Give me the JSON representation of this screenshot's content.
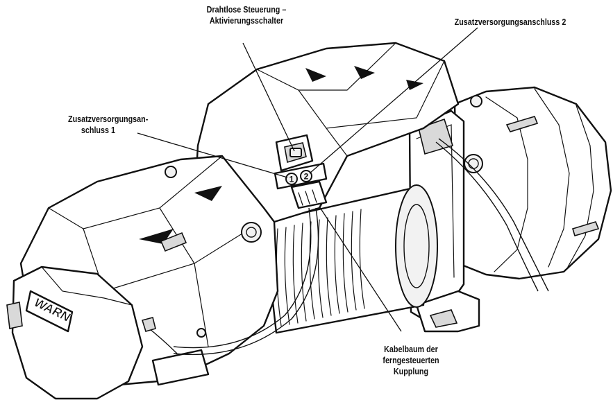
{
  "labels": {
    "switch": {
      "line1": "Drahtlose Steuerung –",
      "line2": "Aktivierungsschalter"
    },
    "aux1": {
      "line1": "Zusatzversorgungsan-",
      "line2": "schluss 1"
    },
    "aux2": {
      "line1": "Zusatzversorgungsanschluss 2"
    },
    "harness": {
      "line1": "Kabelbaum der",
      "line2": "ferngesteuerten",
      "line3": "Kupplung"
    }
  },
  "logo": {
    "text": "WARN"
  },
  "ports": {
    "port1": "1",
    "port2": "2"
  }
}
